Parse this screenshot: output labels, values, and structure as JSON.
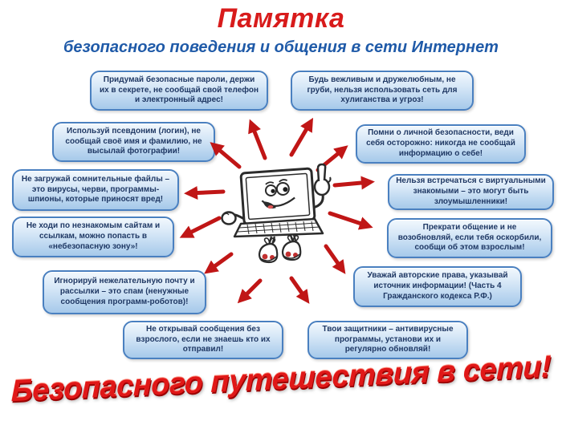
{
  "poster": {
    "title": "Памятка",
    "subtitle": "безопасного поведения и общения в сети Интернет",
    "footer_banner": "Безопасного путешествия в сети!",
    "center_graphic": "laptop-cartoon-mascot",
    "colors": {
      "title_red": "#d81b1b",
      "subtitle_blue": "#1f5aa8",
      "tip_text_blue": "#1f3864",
      "tip_border_blue": "#4a80c0",
      "tip_fill_top": "#f2f8fd",
      "tip_fill_bottom": "#a6c9ea",
      "arrow_red": "#c01616",
      "banner_red": "#e01818",
      "background": "#ffffff"
    },
    "tips": [
      {
        "position": "top-left",
        "text": "Придумай безопасные пароли, держи их в секрете, не сообщай свой телефон и электронный адрес!"
      },
      {
        "position": "top-right",
        "text": "Будь вежливым и дружелюбным, не груби, нельзя использовать сеть для хулиганства и угроз!"
      },
      {
        "position": "left-2",
        "text": "Используй псевдоним (логин), не сообщай своё имя и фамилию, не высылай фотографии!"
      },
      {
        "position": "right-2",
        "text": "Помни о личной безопасности, веди себя осторожно: никогда не сообщай информацию о себе!"
      },
      {
        "position": "left-3",
        "text": "Не загружай сомнительные файлы – это вирусы, черви, программы-шпионы, которые приносят вред!"
      },
      {
        "position": "right-3",
        "text": "Нельзя встречаться с виртуальными знакомыми – это могут быть злоумышленники!"
      },
      {
        "position": "left-4",
        "text": "Не ходи по незнакомым сайтам и ссылкам, можно попасть в «небезопасную зону»!"
      },
      {
        "position": "right-4",
        "text": "Прекрати общение и не возобновляй, если тебя оскорбили, сообщи об этом взрослым!"
      },
      {
        "position": "left-5",
        "text": "Игнорируй нежелательную почту и рассылки – это спам (ненужные сообщения программ-роботов)!"
      },
      {
        "position": "right-5",
        "text": "Уважай авторские права, указывай источник информации! (Часть 4 Гражданского кодекса Р.Ф.)"
      },
      {
        "position": "bottom-left",
        "text": "Не открывай сообщения без взрослого, если не знаешь кто их отправил!"
      },
      {
        "position": "bottom-right",
        "text": "Твои защитники – антивирусные программы, установи их и регулярно обновляй!"
      }
    ]
  }
}
